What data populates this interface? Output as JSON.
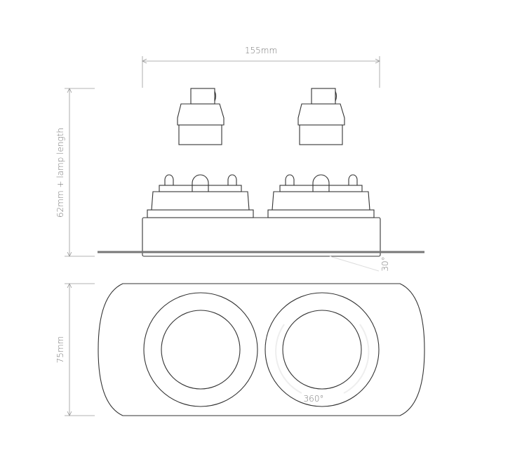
{
  "dimensions": {
    "width": "155mm",
    "height_side": "62mm + lamp length",
    "height_plan": "75mm",
    "tilt": "30°",
    "rotation": "360°"
  },
  "colors": {
    "line": "#333333",
    "dimension": "#9a9a9a",
    "flange": "#777777"
  }
}
